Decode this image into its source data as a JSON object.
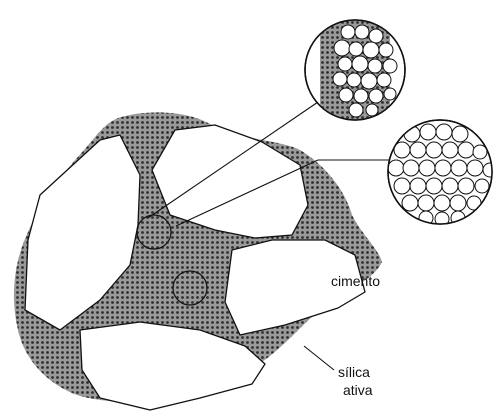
{
  "labels": {
    "cement": "cimento",
    "silica_line1": "sílica",
    "silica_line2": "ativa"
  },
  "colors": {
    "ink": "#111111",
    "paste_fill": "#8a8a8a",
    "paste_dots": "#3a3a3a",
    "aggregate_fill": "#ffffff"
  }
}
